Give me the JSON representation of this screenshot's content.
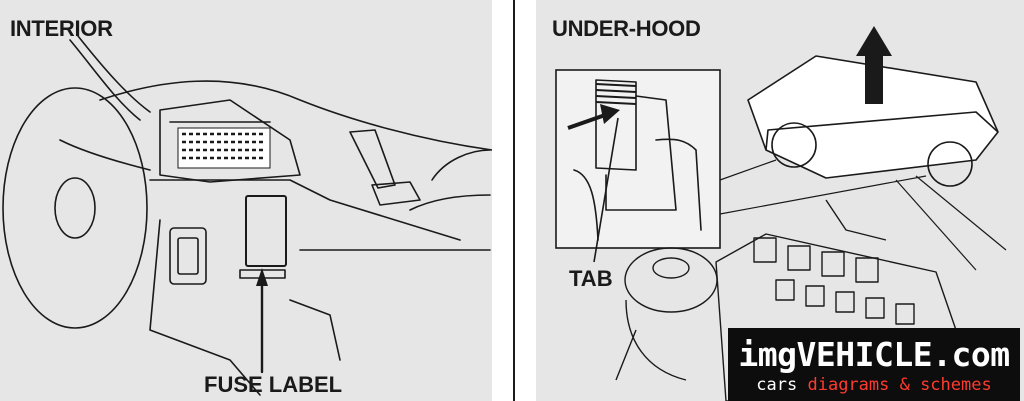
{
  "left_panel": {
    "heading": "INTERIOR",
    "callout": "FUSE LABEL"
  },
  "right_panel": {
    "heading": "UNDER-HOOD",
    "callout": "TAB"
  },
  "watermark": {
    "brand": "imgVEHICLE.com",
    "tagline_plain": "cars",
    "tagline_accent": "diagrams & schemes"
  },
  "colors": {
    "panel_bg": "#e6e6e6",
    "ink": "#1a1a1a",
    "watermark_bg": "#0d0d0d",
    "watermark_accent": "#ff3b2f"
  }
}
